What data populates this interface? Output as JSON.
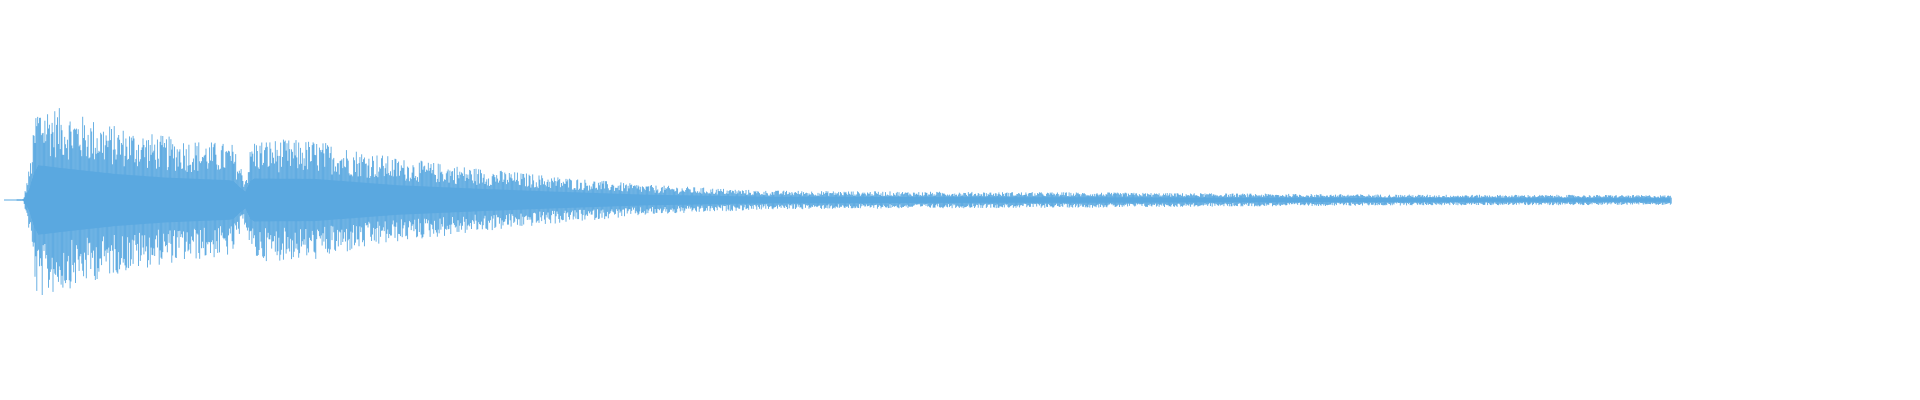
{
  "waveform": {
    "color": "#5aa8e0",
    "envelope": [
      {
        "t": 0.0,
        "amp": 0.0
      },
      {
        "t": 0.004,
        "amp": 0.01
      },
      {
        "t": 0.008,
        "amp": 0.3
      },
      {
        "t": 0.012,
        "amp": 0.78
      },
      {
        "t": 0.03,
        "amp": 0.7
      },
      {
        "t": 0.06,
        "amp": 0.58
      },
      {
        "t": 0.09,
        "amp": 0.5
      },
      {
        "t": 0.13,
        "amp": 0.44
      },
      {
        "t": 0.138,
        "amp": 0.18
      },
      {
        "t": 0.142,
        "amp": 0.48
      },
      {
        "t": 0.18,
        "amp": 0.47
      },
      {
        "t": 0.23,
        "amp": 0.33
      },
      {
        "t": 0.28,
        "amp": 0.25
      },
      {
        "t": 0.33,
        "amp": 0.18
      },
      {
        "t": 0.38,
        "amp": 0.12
      },
      {
        "t": 0.45,
        "amp": 0.075
      },
      {
        "t": 0.55,
        "amp": 0.065
      },
      {
        "t": 0.65,
        "amp": 0.06
      },
      {
        "t": 0.75,
        "amp": 0.05
      },
      {
        "t": 0.85,
        "amp": 0.042
      },
      {
        "t": 0.95,
        "amp": 0.04
      },
      {
        "t": 1.0,
        "amp": 0.038
      }
    ]
  }
}
